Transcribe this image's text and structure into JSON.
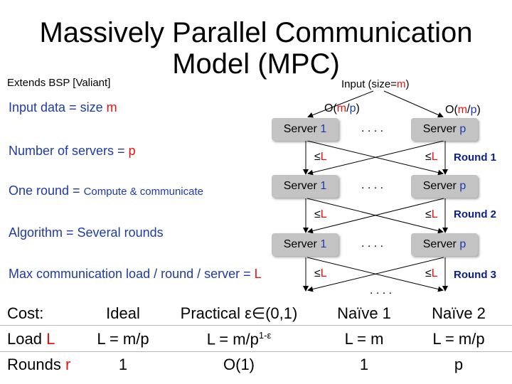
{
  "title_line1": "Massively Parallel Communication",
  "title_line2": "Model (MPC)",
  "subtitle": "Extends BSP [Valiant]",
  "input_label": {
    "prefix": "Input (size=",
    "var": "m",
    "suffix": ")"
  },
  "params": {
    "input_data": {
      "label": "Input data = size ",
      "var": "m"
    },
    "servers": {
      "label": "Number of servers = ",
      "var": "p"
    },
    "one_round": {
      "label": "One round = ",
      "detail": "Compute & communicate"
    },
    "algorithm": {
      "label": "Algorithm = Several rounds"
    },
    "max_load": {
      "label": "Max communication load / round / server = ",
      "var": "L"
    }
  },
  "load_labels": {
    "left": {
      "prefix": "O(",
      "m": "m",
      "slash": "/",
      "p": "p",
      "suffix": ")"
    },
    "right": {
      "prefix": "O(",
      "m": "m",
      "slash": "/",
      "p": "p",
      "suffix": ")"
    }
  },
  "servers": {
    "row1": {
      "left": {
        "name": "Server ",
        "idx": "1"
      },
      "right": {
        "name": "Server ",
        "idx": "p"
      }
    },
    "row2": {
      "left": {
        "name": "Server ",
        "idx": "1"
      },
      "right": {
        "name": "Server ",
        "idx": "p"
      }
    },
    "row3": {
      "left": {
        "name": "Server ",
        "idx": "1"
      },
      "right": {
        "name": "Server ",
        "idx": "p"
      }
    }
  },
  "dots": ". . . .",
  "le_L": {
    "sym": "≤",
    "var": "L"
  },
  "rounds": [
    "Round 1",
    "Round 2",
    "Round 3"
  ],
  "table": {
    "header": [
      "Cost:",
      "Ideal",
      "Practical ε∈(0,1)",
      "Naïve 1",
      "Naïve 2"
    ],
    "load_row": {
      "label": {
        "text": "Load ",
        "var": "L"
      },
      "ideal": "L = m/p",
      "practical": {
        "base": "L = m/p",
        "sup": "1-ε"
      },
      "naive1": "L = m",
      "naive2": "L = m/p"
    },
    "rounds_row": {
      "label": {
        "text": "Rounds ",
        "var": "r"
      },
      "ideal": "1",
      "practical": "O(1)",
      "naive1": "1",
      "naive2": "p"
    }
  },
  "colors": {
    "blue": "#1f3aa8",
    "red": "#e8130f",
    "server_bg": "#c3c3c3",
    "round": "#0a1f8c"
  }
}
